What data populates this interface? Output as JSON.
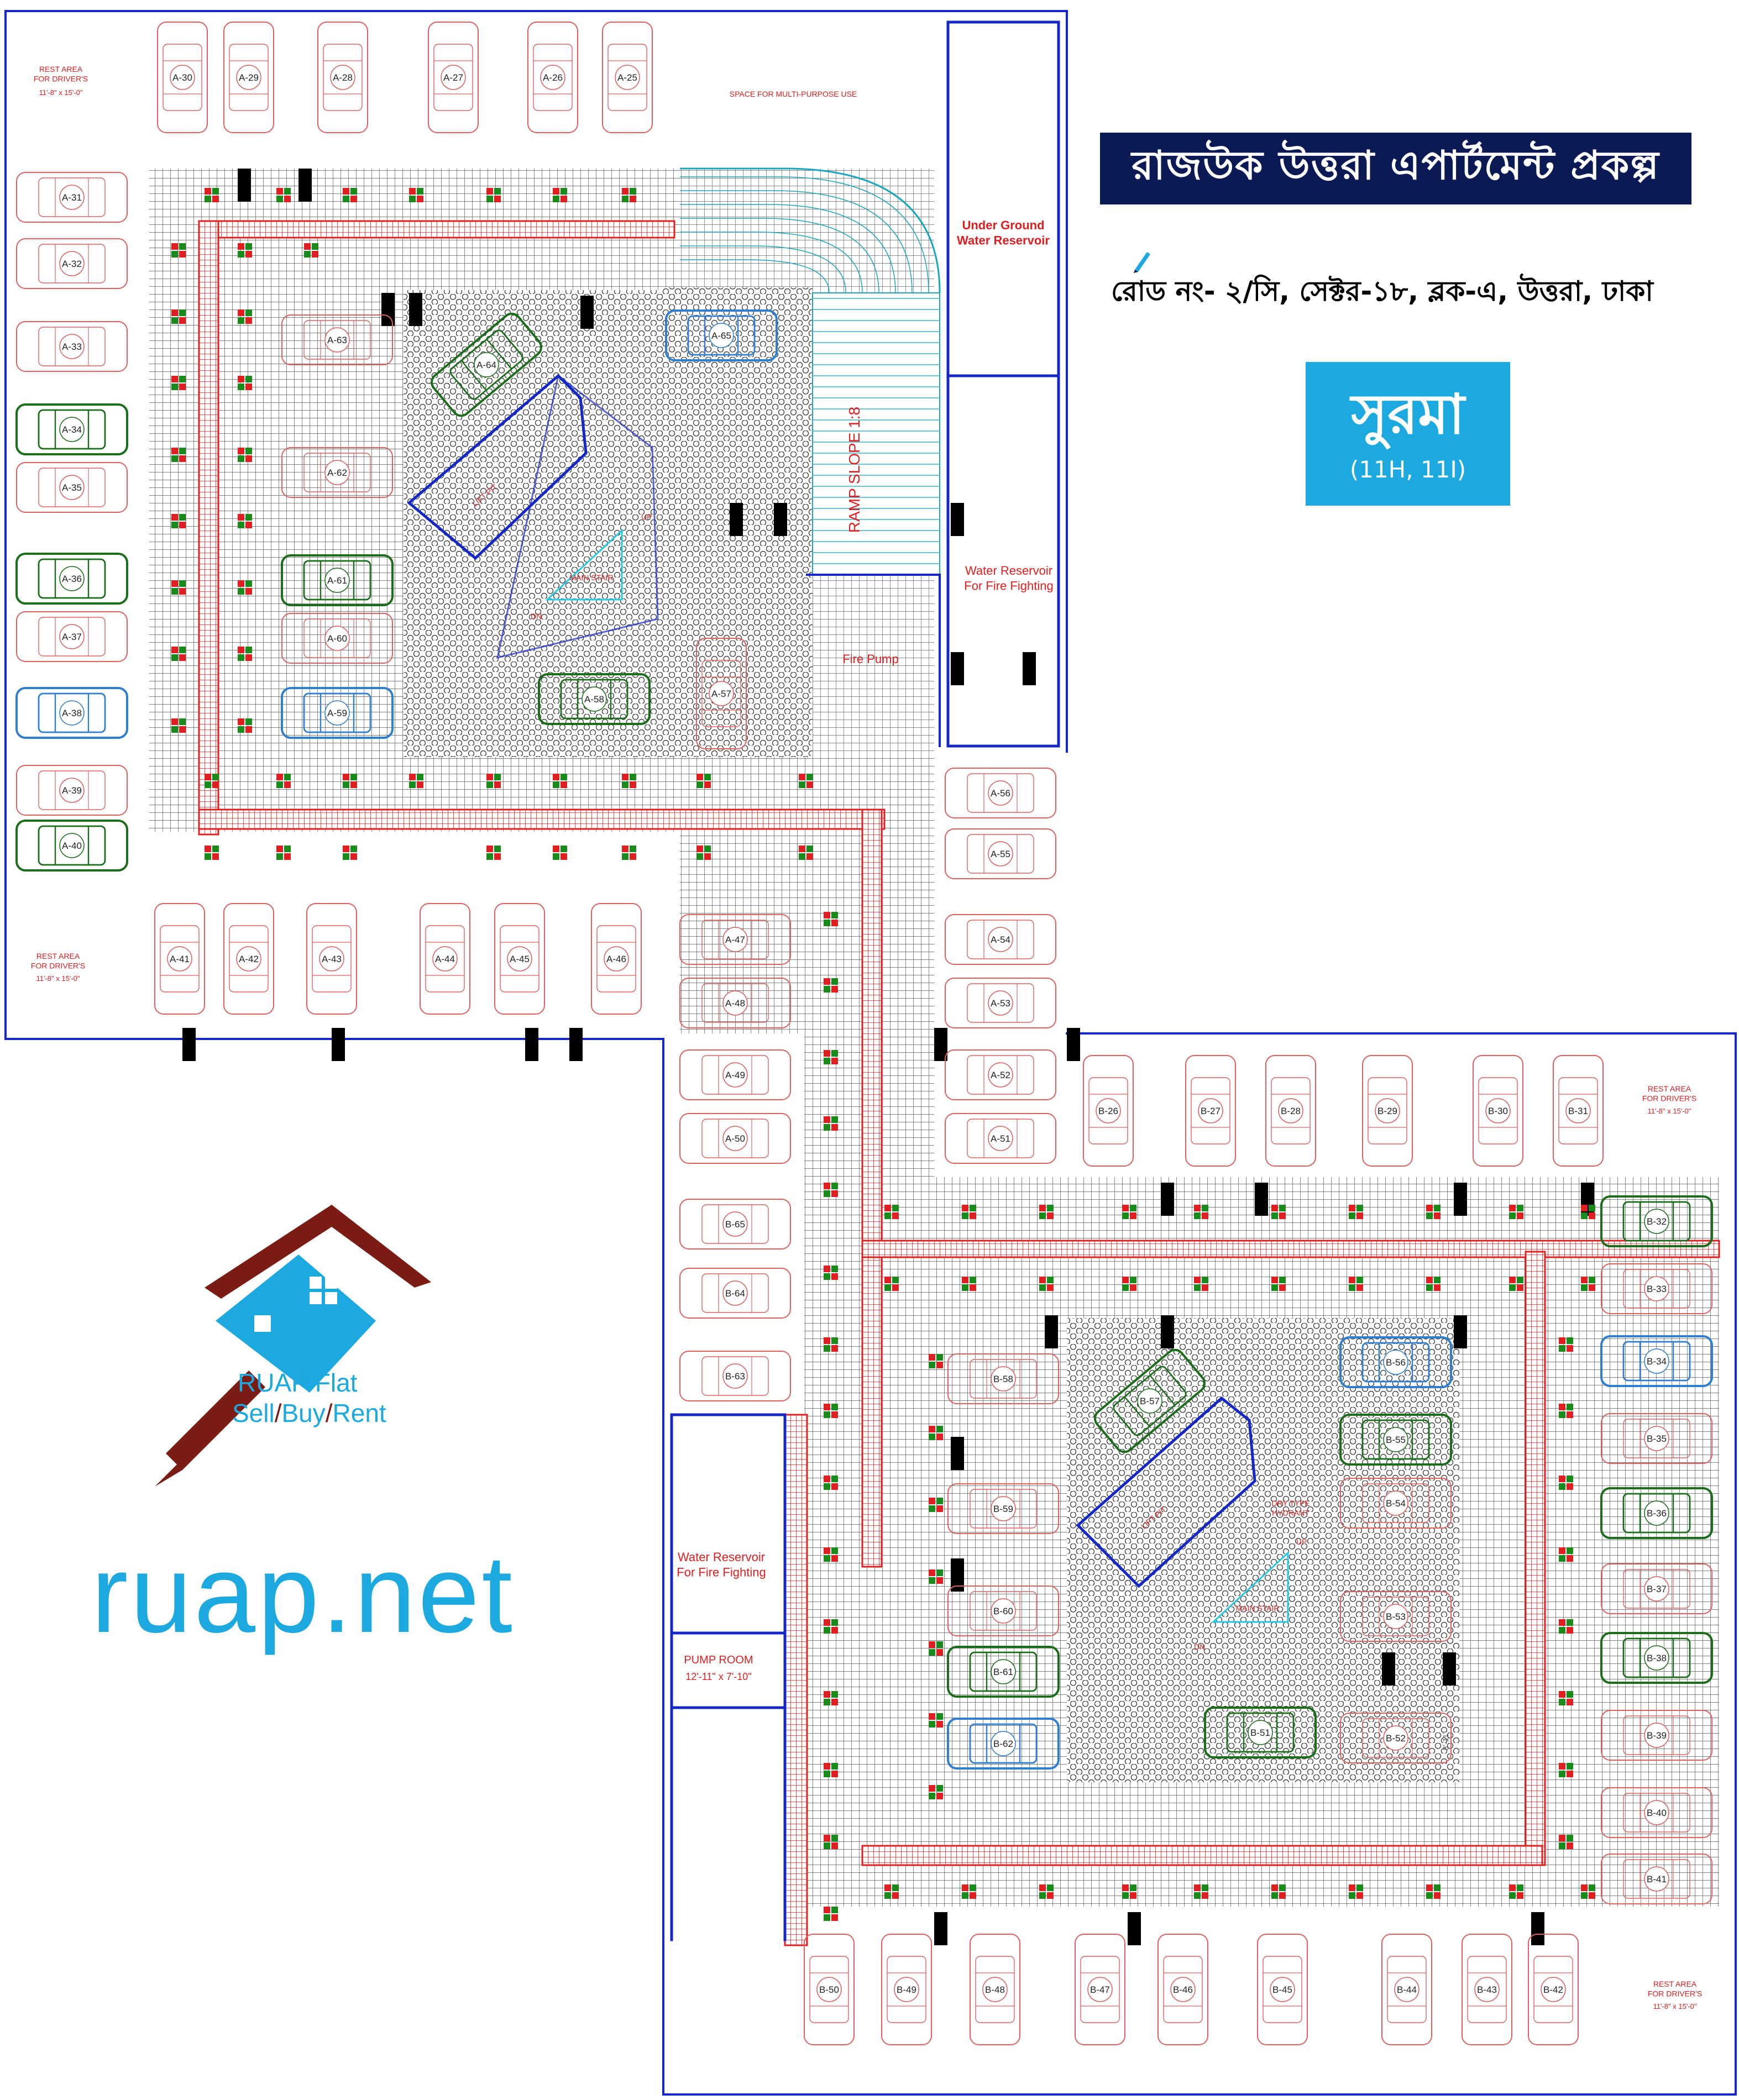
{
  "project_title": "রাজউক উত্তরা এপার্টমেন্ট প্রকল্প",
  "address": "রোড নং- ২/সি, সেক্টর-১৮, ব্লক-এ, উত্তরা, ঢাকা",
  "building_name": "সুরমা",
  "building_units": "(11H, 11I)",
  "brand": {
    "name": "RUAP Flat",
    "tag_sell": "Sell",
    "tag_buy": "Buy",
    "tag_rent": "Rent",
    "tag_sep": "/",
    "url": "ruap.net"
  },
  "colors": {
    "title_bg": "#0b1a55",
    "brand_blue": "#1ba9e0",
    "brand_maroon": "#7a1c14",
    "wall_blue": "#1428c8",
    "car_red": "#e06060",
    "car_green": "#1a6e1a",
    "car_blue": "#2f7fd0",
    "path_red": "#e02020"
  },
  "block_a": {
    "rest_area_label": "REST AREA\nFOR DRIVER'S",
    "rest_area_size": "11'-8\" x 15'-0\"",
    "multi_purpose": "SPACE FOR MULTI-PURPOSE USE",
    "underground_reservoir": "Under Ground\nWater Reservoir",
    "fire_reservoir": "Water Reservoir\nFor Fire Fighting",
    "fire_pump": "Fire Pump",
    "ramp": "RAMP SLOPE 1:8",
    "lift": "LIFT PIT",
    "main_stair": "MAIN STAIR",
    "up": "UP",
    "dn": "DN",
    "top_spots": [
      "A-30",
      "A-29",
      "A-28",
      "A-27",
      "A-26",
      "A-25"
    ],
    "left_spots": [
      {
        "id": "A-31",
        "c": "red"
      },
      {
        "id": "A-32",
        "c": "red"
      },
      {
        "id": "A-33",
        "c": "red"
      },
      {
        "id": "A-34",
        "c": "green"
      },
      {
        "id": "A-35",
        "c": "red"
      },
      {
        "id": "A-36",
        "c": "green"
      },
      {
        "id": "A-37",
        "c": "red"
      },
      {
        "id": "A-38",
        "c": "blue"
      },
      {
        "id": "A-39",
        "c": "red"
      },
      {
        "id": "A-40",
        "c": "green"
      }
    ],
    "bottom_spots": [
      "A-41",
      "A-42",
      "A-43",
      "A-44",
      "A-45",
      "A-46"
    ],
    "inner_left": [
      {
        "id": "A-63",
        "c": "red"
      },
      {
        "id": "A-62",
        "c": "red"
      },
      {
        "id": "A-61",
        "c": "green"
      },
      {
        "id": "A-60",
        "c": "red"
      },
      {
        "id": "A-59",
        "c": "blue"
      }
    ],
    "inner_misc": [
      {
        "id": "A-64",
        "c": "green"
      },
      {
        "id": "A-65",
        "c": "blue"
      },
      {
        "id": "A-58",
        "c": "green"
      },
      {
        "id": "A-57",
        "c": "red"
      }
    ],
    "right_spots": [
      "A-56",
      "A-55",
      "A-54",
      "A-53",
      "A-52",
      "A-51"
    ],
    "mid_spots": [
      "A-47",
      "A-48",
      "A-49",
      "A-50"
    ]
  },
  "block_b": {
    "rest_area_label": "REST AREA\nFOR DRIVER'S",
    "rest_area_size": "11'-8\" x 15'-0\"",
    "fire_reservoir": "Water Reservoir\nFor Fire Fighting",
    "pump_room": "PUMP ROOM",
    "pump_room_size": "12'-11\" x 7'-10\"",
    "dry_hydrant": "DRY TYPE\nHYDRANT",
    "lift": "LIFT PIT",
    "main_stair": "MAIN STAIR",
    "up": "UP",
    "dn": "DN",
    "dim": "8'-11\"",
    "top_spots": [
      "B-26",
      "B-27",
      "B-28",
      "B-29",
      "B-30",
      "B-31"
    ],
    "right_spots": [
      {
        "id": "B-32",
        "c": "green"
      },
      {
        "id": "B-33",
        "c": "red"
      },
      {
        "id": "B-34",
        "c": "blue"
      },
      {
        "id": "B-35",
        "c": "red"
      },
      {
        "id": "B-36",
        "c": "green"
      },
      {
        "id": "B-37",
        "c": "red"
      },
      {
        "id": "B-38",
        "c": "green"
      },
      {
        "id": "B-39",
        "c": "red"
      },
      {
        "id": "B-40",
        "c": "red"
      },
      {
        "id": "B-41",
        "c": "red"
      }
    ],
    "bottom_spots": [
      "B-50",
      "B-49",
      "B-48",
      "B-47",
      "B-46",
      "B-45",
      "B-44",
      "B-43",
      "B-42"
    ],
    "left_spots": [
      "B-65",
      "B-64",
      "B-63"
    ],
    "inner_left": [
      {
        "id": "B-58",
        "c": "red"
      },
      {
        "id": "B-59",
        "c": "red"
      },
      {
        "id": "B-60",
        "c": "red"
      },
      {
        "id": "B-61",
        "c": "green"
      },
      {
        "id": "B-62",
        "c": "blue"
      }
    ],
    "inner_right": [
      {
        "id": "B-56",
        "c": "blue"
      },
      {
        "id": "B-55",
        "c": "green"
      },
      {
        "id": "B-54",
        "c": "red"
      },
      {
        "id": "B-53",
        "c": "red"
      },
      {
        "id": "B-52",
        "c": "red"
      }
    ],
    "inner_misc": [
      {
        "id": "B-57",
        "c": "green"
      },
      {
        "id": "B-51",
        "c": "green"
      }
    ]
  }
}
